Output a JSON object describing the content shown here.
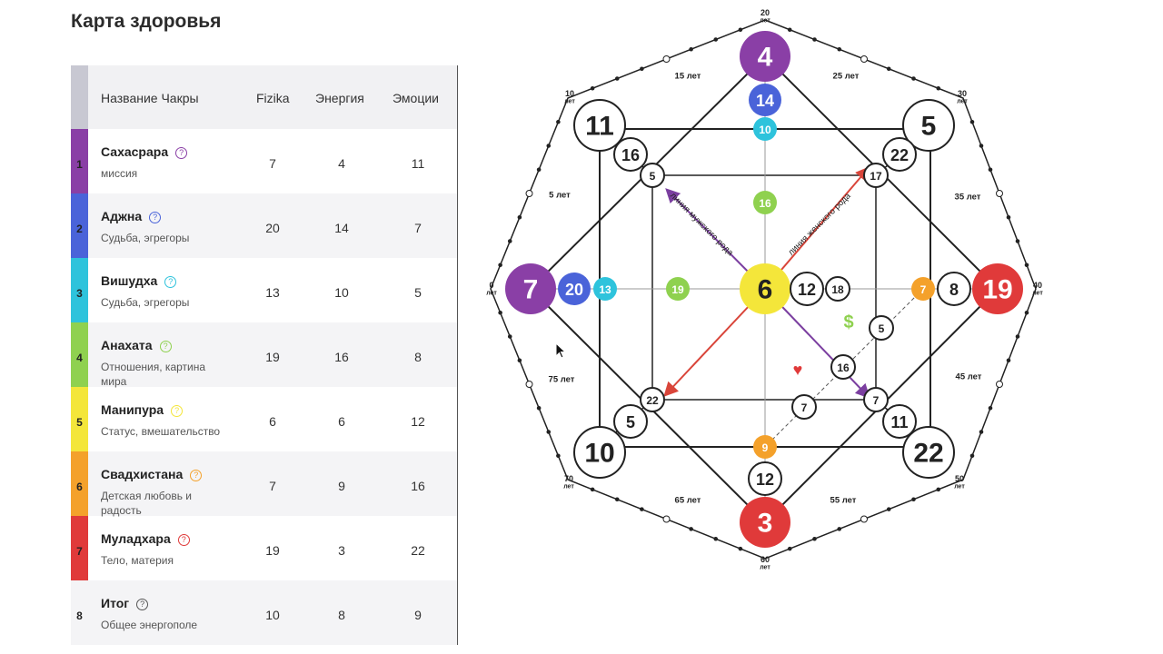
{
  "page_title": "Карта здоровья",
  "table": {
    "headers": {
      "name": "Название Чакры",
      "physics": "Fizika",
      "energy": "Энергия",
      "emotions": "Эмоции"
    },
    "rows": [
      {
        "num": "1",
        "name": "Сахасрара",
        "sub": "миссия",
        "physics": "7",
        "energy": "4",
        "emotions": "11",
        "color": "#8a3fa6"
      },
      {
        "num": "2",
        "name": "Аджна",
        "sub": "Судьба, эгрегоры",
        "physics": "20",
        "energy": "14",
        "emotions": "7",
        "color": "#4a63d9"
      },
      {
        "num": "3",
        "name": "Вишудха",
        "sub": "Судьба, эгрегоры",
        "physics": "13",
        "energy": "10",
        "emotions": "5",
        "color": "#2ec3dc"
      },
      {
        "num": "4",
        "name": "Анахата",
        "sub": "Отношения, картина мира",
        "physics": "19",
        "energy": "16",
        "emotions": "8",
        "color": "#8fd14f"
      },
      {
        "num": "5",
        "name": "Манипура",
        "sub": "Статус, вмешательство",
        "physics": "6",
        "energy": "6",
        "emotions": "12",
        "color": "#f4e63a"
      },
      {
        "num": "6",
        "name": "Свадхистана",
        "sub": "Детская любовь и радость",
        "physics": "7",
        "energy": "9",
        "emotions": "16",
        "color": "#f4a12b"
      },
      {
        "num": "7",
        "name": "Муладхара",
        "sub": "Тело, материя",
        "physics": "19",
        "energy": "3",
        "emotions": "22",
        "color": "#e03a3a"
      },
      {
        "num": "8",
        "name": "Итог",
        "sub": "Общее энергополе",
        "physics": "10",
        "energy": "8",
        "emotions": "9",
        "color": "#f4f4f6"
      }
    ]
  },
  "matrix": {
    "center": "6",
    "main": {
      "top": "4",
      "left": "7",
      "right": "19",
      "bottom": "3",
      "tl": "11",
      "tr": "5",
      "bl": "10",
      "br": "22"
    },
    "top_line": [
      "14",
      "10",
      "16"
    ],
    "left_line": [
      "20",
      "13",
      "19"
    ],
    "right_line": [
      "12",
      "18",
      "7",
      "8"
    ],
    "bottom_line": [
      "9",
      "12"
    ],
    "inner": {
      "tl_a": "16",
      "tl_b": "5",
      "tr_a": "22",
      "tr_b": "17",
      "bl_a": "22",
      "bl_b": "5",
      "br_a": "7",
      "br_b": "11"
    },
    "money_line": [
      "5",
      "16",
      "7"
    ],
    "symbols": {
      "money": "$",
      "love": "♥"
    },
    "line_labels": {
      "male": "линия мужского рода",
      "female": "линия женского рода"
    },
    "ages": {
      "top": "20",
      "tr": "30",
      "right": "40",
      "br": "50",
      "bottom": "60",
      "bl": "70",
      "left": "0",
      "tl": "10",
      "unit": "лет"
    },
    "age_marks": {
      "a5": "5 лет",
      "a15": "15 лет",
      "a25": "25 лет",
      "a35": "35 лет",
      "a45": "45 лет",
      "a55": "55 лет",
      "a65": "65 лет",
      "a75": "75 лет"
    }
  }
}
